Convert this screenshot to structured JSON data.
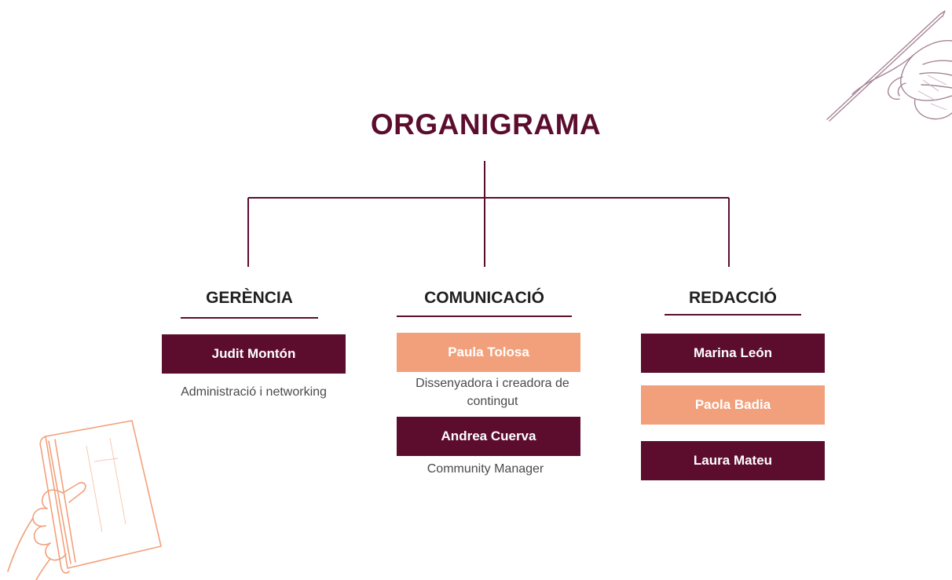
{
  "title": "ORGANIGRAMA",
  "colors": {
    "primary": "#5c0d2e",
    "accent": "#f2a07b",
    "text": "#1f1f1f"
  },
  "departments": [
    {
      "name": "GERÈNCIA",
      "members": [
        {
          "name": "Judit Montón",
          "style": "dark",
          "role": "Administració i networking"
        }
      ]
    },
    {
      "name": "COMUNICACIÓ",
      "members": [
        {
          "name": "Paula Tolosa",
          "style": "light",
          "role": "Dissenyadora i creadora de contingut"
        },
        {
          "name": "Andrea Cuerva",
          "style": "dark",
          "role": "Community Manager"
        }
      ]
    },
    {
      "name": "REDACCIÓ",
      "members": [
        {
          "name": "Marina León",
          "style": "dark"
        },
        {
          "name": "Paola Badia",
          "style": "light"
        },
        {
          "name": "Laura Mateu",
          "style": "dark"
        }
      ]
    }
  ],
  "decorations": [
    "hand-holding-pen-illustration",
    "hand-holding-notebook-illustration"
  ]
}
